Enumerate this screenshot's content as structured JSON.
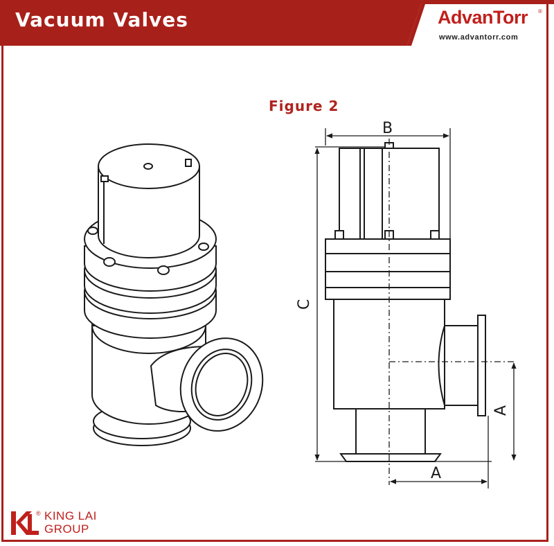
{
  "header": {
    "title": "Vacuum Valves"
  },
  "brand": {
    "name": "AdvanTorr",
    "reg_mark": "®",
    "url": "www.advantorr.com"
  },
  "figure": {
    "title": "Figure 2",
    "dimension_labels": {
      "b": "B",
      "c": "C",
      "a_vertical": "A",
      "a_horizontal": "A"
    }
  },
  "footer": {
    "reg_mark": "®",
    "line1": "KING LAI",
    "line2": "GROUP"
  },
  "colors": {
    "brand_red": "#a8201a",
    "logo_red": "#c0201c",
    "line": "#1a1a1a"
  }
}
